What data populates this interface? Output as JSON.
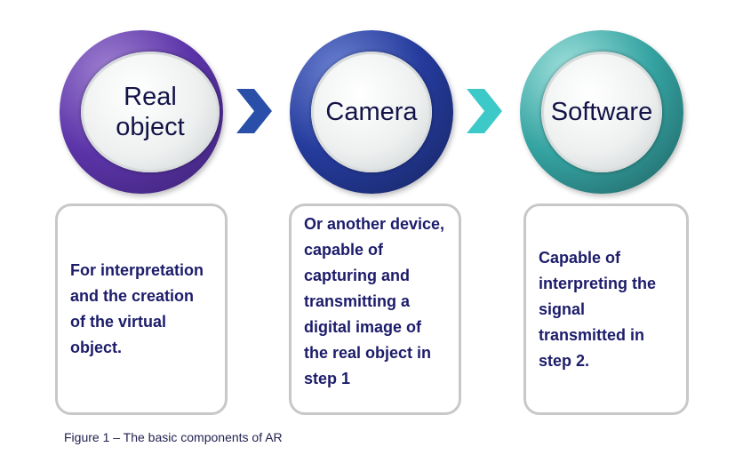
{
  "steps": [
    {
      "title": "Real object",
      "description": "For interpretation and the creation of the virtual object.",
      "color": "#5b34a8"
    },
    {
      "title": "Camera",
      "description": "Or another device, capable of capturing and transmitting a digital image of the real object in step 1",
      "color": "#253b9c"
    },
    {
      "title": "Software",
      "description": "Capable of interpreting the signal transmitted in step 2.",
      "color": "#34a3a1"
    }
  ],
  "arrows": [
    {
      "color": "#2a4fa8"
    },
    {
      "color": "#3ec9c9"
    }
  ],
  "caption": "Figure 1 – The basic components of AR"
}
